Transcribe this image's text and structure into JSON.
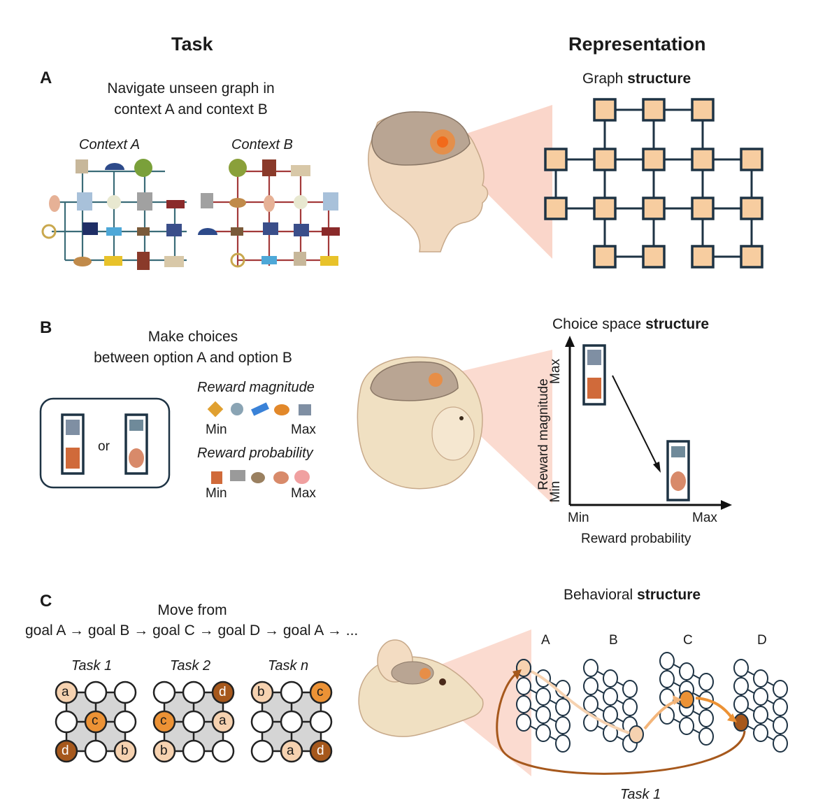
{
  "headers": {
    "task": "Task",
    "representation": "Representation"
  },
  "panel_a": {
    "letter": "A",
    "instruction_line1": "Navigate unseen graph in",
    "instruction_line2": "context A and context B",
    "context_a_label": "Context A",
    "context_b_label": "Context B",
    "representation_title_plain": "Graph ",
    "representation_title_bold": "structure"
  },
  "panel_b": {
    "letter": "B",
    "instruction_line1": "Make choices",
    "instruction_line2": "between option A and option B",
    "or_label": "or",
    "reward_magnitude_label": "Reward magnitude",
    "reward_probability_label": "Reward probability",
    "scale_min": "Min",
    "scale_max": "Max",
    "representation_title_plain": "Choice space ",
    "representation_title_bold": "structure",
    "y_axis_label": "Reward magnitude",
    "x_axis_label": "Reward probability",
    "y_min": "Min",
    "y_max": "Max",
    "x_min": "Min",
    "x_max": "Max"
  },
  "panel_c": {
    "letter": "C",
    "instruction_line1": "Move from",
    "instruction_line2": "goal A → goal B → goal C → goal D → goal A → ...",
    "tasks": [
      {
        "label": "Task 1"
      },
      {
        "label": "Task 2"
      },
      {
        "label": "Task n"
      }
    ],
    "goal_letters": {
      "a": "a",
      "b": "b",
      "c": "c",
      "d": "d"
    },
    "representation_title_plain": "Behavioral ",
    "representation_title_bold": "structure",
    "map_labels": [
      "A",
      "B",
      "C",
      "D"
    ],
    "loop_label": "Task 1"
  },
  "colors": {
    "node_fill": "#f7cda0",
    "edge_dark": "#1e3344",
    "goal_light": "#f6d2b0",
    "goal_mid": "#ec9235",
    "goal_dark": "#a6581c",
    "beam": "#f4a58a"
  }
}
